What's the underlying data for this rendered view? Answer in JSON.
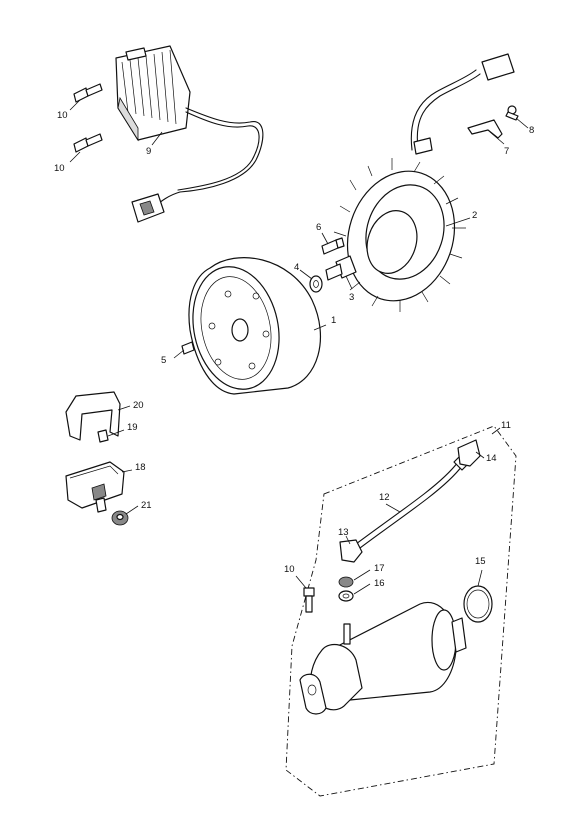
{
  "diagram": {
    "callouts": {
      "c1": "1",
      "c2": "2",
      "c3": "3",
      "c4": "4",
      "c5": "5",
      "c6": "6",
      "c7": "7",
      "c8": "8",
      "c9": "9",
      "c10a": "10",
      "c10b": "10",
      "c10c": "10",
      "c11": "11",
      "c12": "12",
      "c13": "13",
      "c14": "14",
      "c15": "15",
      "c16": "16",
      "c17": "17",
      "c18": "18",
      "c19": "19",
      "c20": "20",
      "c21": "21"
    }
  }
}
